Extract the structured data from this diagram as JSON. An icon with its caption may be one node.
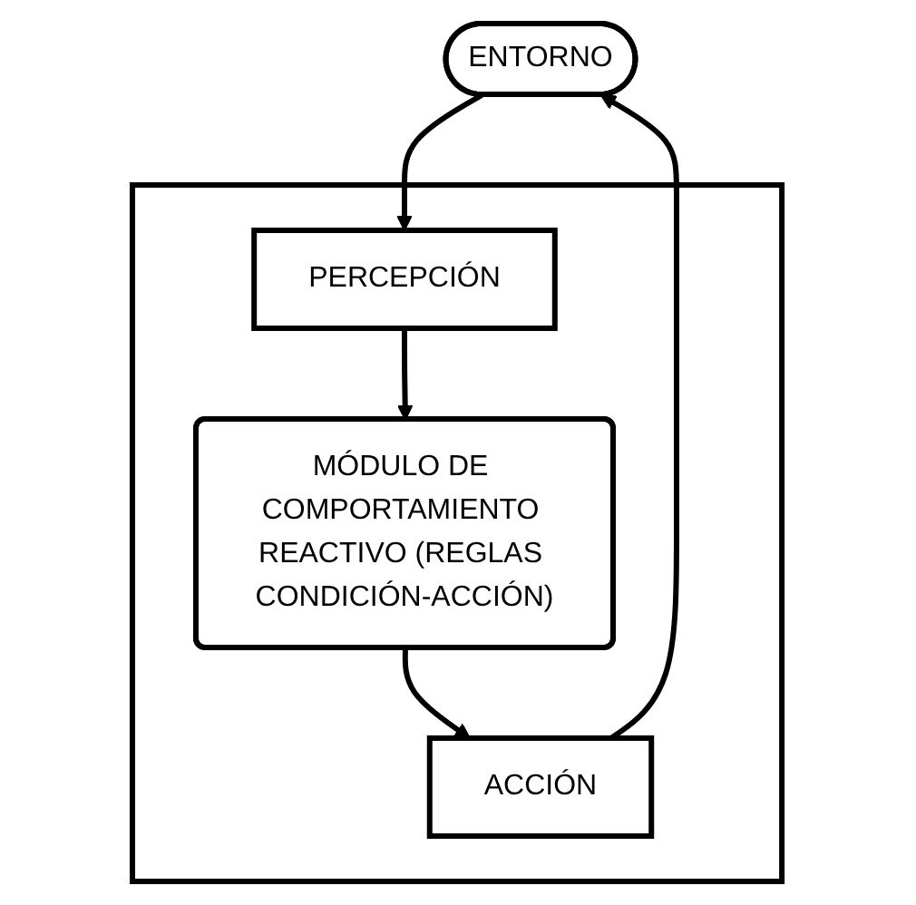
{
  "diagram": {
    "nodes": [
      {
        "text": [
          "ENTORNO"
        ]
      },
      {
        "text": [],
        "shape": "box"
      },
      {
        "text": [
          "PERCEPCIÓN"
        ],
        "in": 1
      },
      {
        "text": [
          "ACCIÓN"
        ],
        "in": 1
      },
      {
        "text": [
          "MÓDULO DE COMPORTAMIENTO REACTIVO (REGLAS CONDICIÓN-ACCIÓN)"
        ],
        "in": 1
      }
    ],
    "edges": [
      {
        "from": 0,
        "to": 2,
        "arrow": "to"
      },
      {
        "from": 2,
        "to": 4,
        "arrow": "to"
      },
      {
        "from": 4,
        "to": 3,
        "arrow": "to"
      },
      {
        "from": 3,
        "to": 0,
        "arrow": "to"
      }
    ]
  }
}
